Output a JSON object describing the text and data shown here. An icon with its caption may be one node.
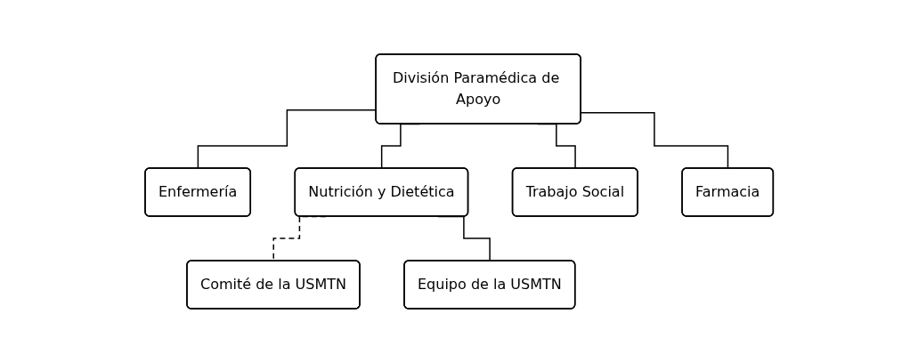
{
  "diagram": {
    "nodes": [
      {
        "text": [
          "División Paramédica de Apoyo"
        ]
      },
      {
        "text": [
          "Enfermería"
        ]
      },
      {
        "text": [
          "Nutrición y Dietética"
        ]
      },
      {
        "text": [
          "Trabajo Social"
        ]
      },
      {
        "text": [
          "Farmacia"
        ]
      },
      {
        "text": [
          "Comité de la USMTN"
        ]
      },
      {
        "text": [
          "Equipo de la USMTN"
        ]
      }
    ],
    "edges": [
      {
        "from": 0,
        "to": 1,
        "arrow": "none"
      },
      {
        "from": 0,
        "to": 2,
        "arrow": "none"
      },
      {
        "from": 0,
        "to": 3,
        "arrow": "none"
      },
      {
        "from": 0,
        "to": 4,
        "arrow": "none"
      },
      {
        "from": 2,
        "to": 5,
        "arrow": "none",
        "style": "dashed"
      },
      {
        "from": 2,
        "to": 6,
        "arrow": "none"
      }
    ]
  }
}
